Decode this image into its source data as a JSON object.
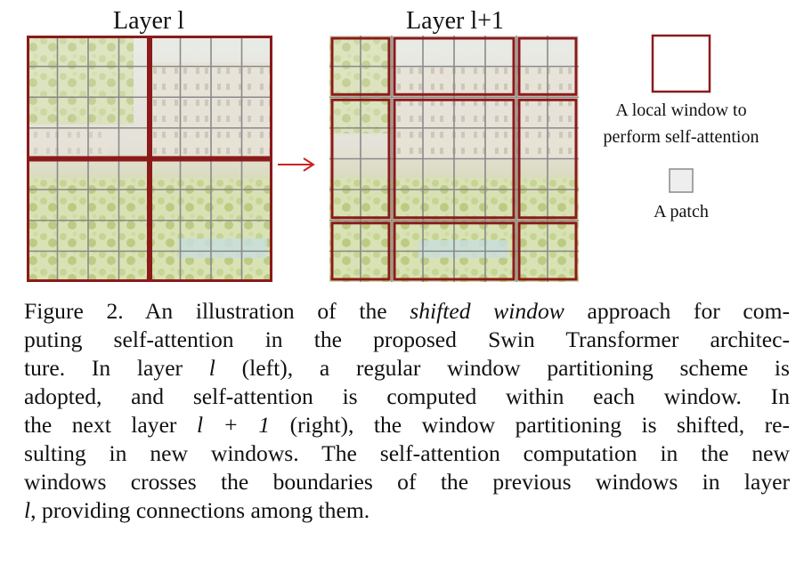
{
  "labels": {
    "layer_l": "Layer l",
    "layer_l1": "Layer l+1",
    "legend_window_line1": "A local window to",
    "legend_window_line2": "perform self-attention",
    "legend_patch": "A patch"
  },
  "caption": {
    "prefix": "Figure 2. An illustration of the ",
    "emph": "shifted window",
    "line1_rest": " approach for com-",
    "line2": "puting self-attention in the proposed Swin Transformer architec-",
    "line3a": "ture.  In layer ",
    "line3_var": "l",
    "line3b": " (left), a regular window partitioning scheme is",
    "line4": "adopted, and self-attention is computed within each window.  In",
    "line5a": "the next layer ",
    "line5_var": "l + 1",
    "line5b": " (right), the window partitioning is shifted, re-",
    "line6": "sulting in new windows. The self-attention computation in the new",
    "line7": "windows crosses the boundaries of the previous windows in layer",
    "line8_var": "l",
    "line8b": ", providing connections among them."
  },
  "colors": {
    "window_border": "#8b1a1a",
    "arrow": "#cc2222",
    "patch_grid": "#8a8a8a",
    "patch_fill": "#eeeeee"
  }
}
